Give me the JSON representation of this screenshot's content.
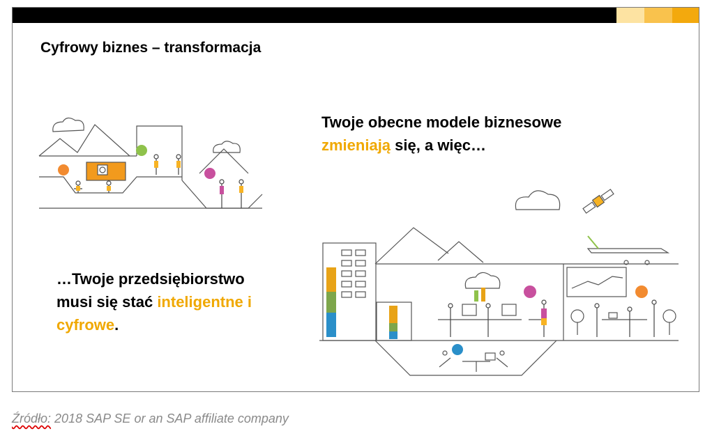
{
  "slide": {
    "title": "Cyfrowy biznes – transformacja",
    "accent_colors": [
      "#fde3a2",
      "#f9c24d",
      "#f3a90d"
    ],
    "highlight_color": "#f0a800",
    "block1": {
      "line1": "Twoje obecne modele biznesowe",
      "line2_highlight": "zmieniają",
      "line2_rest": " się, a więc…"
    },
    "block2": {
      "line1": "…Twoje przedsiębiorstwo",
      "line2_plain": "musi się stać ",
      "line2_highlight": "inteligentne i",
      "line3_highlight": "cyfrowe",
      "line3_rest": "."
    },
    "illustrations": {
      "left": "office-scene-illustration",
      "right": "smart-city-scene-illustration"
    }
  },
  "footer": {
    "source_word": "Źródło:",
    "source_rest": " 2018 SAP SE or an SAP affiliate company"
  }
}
